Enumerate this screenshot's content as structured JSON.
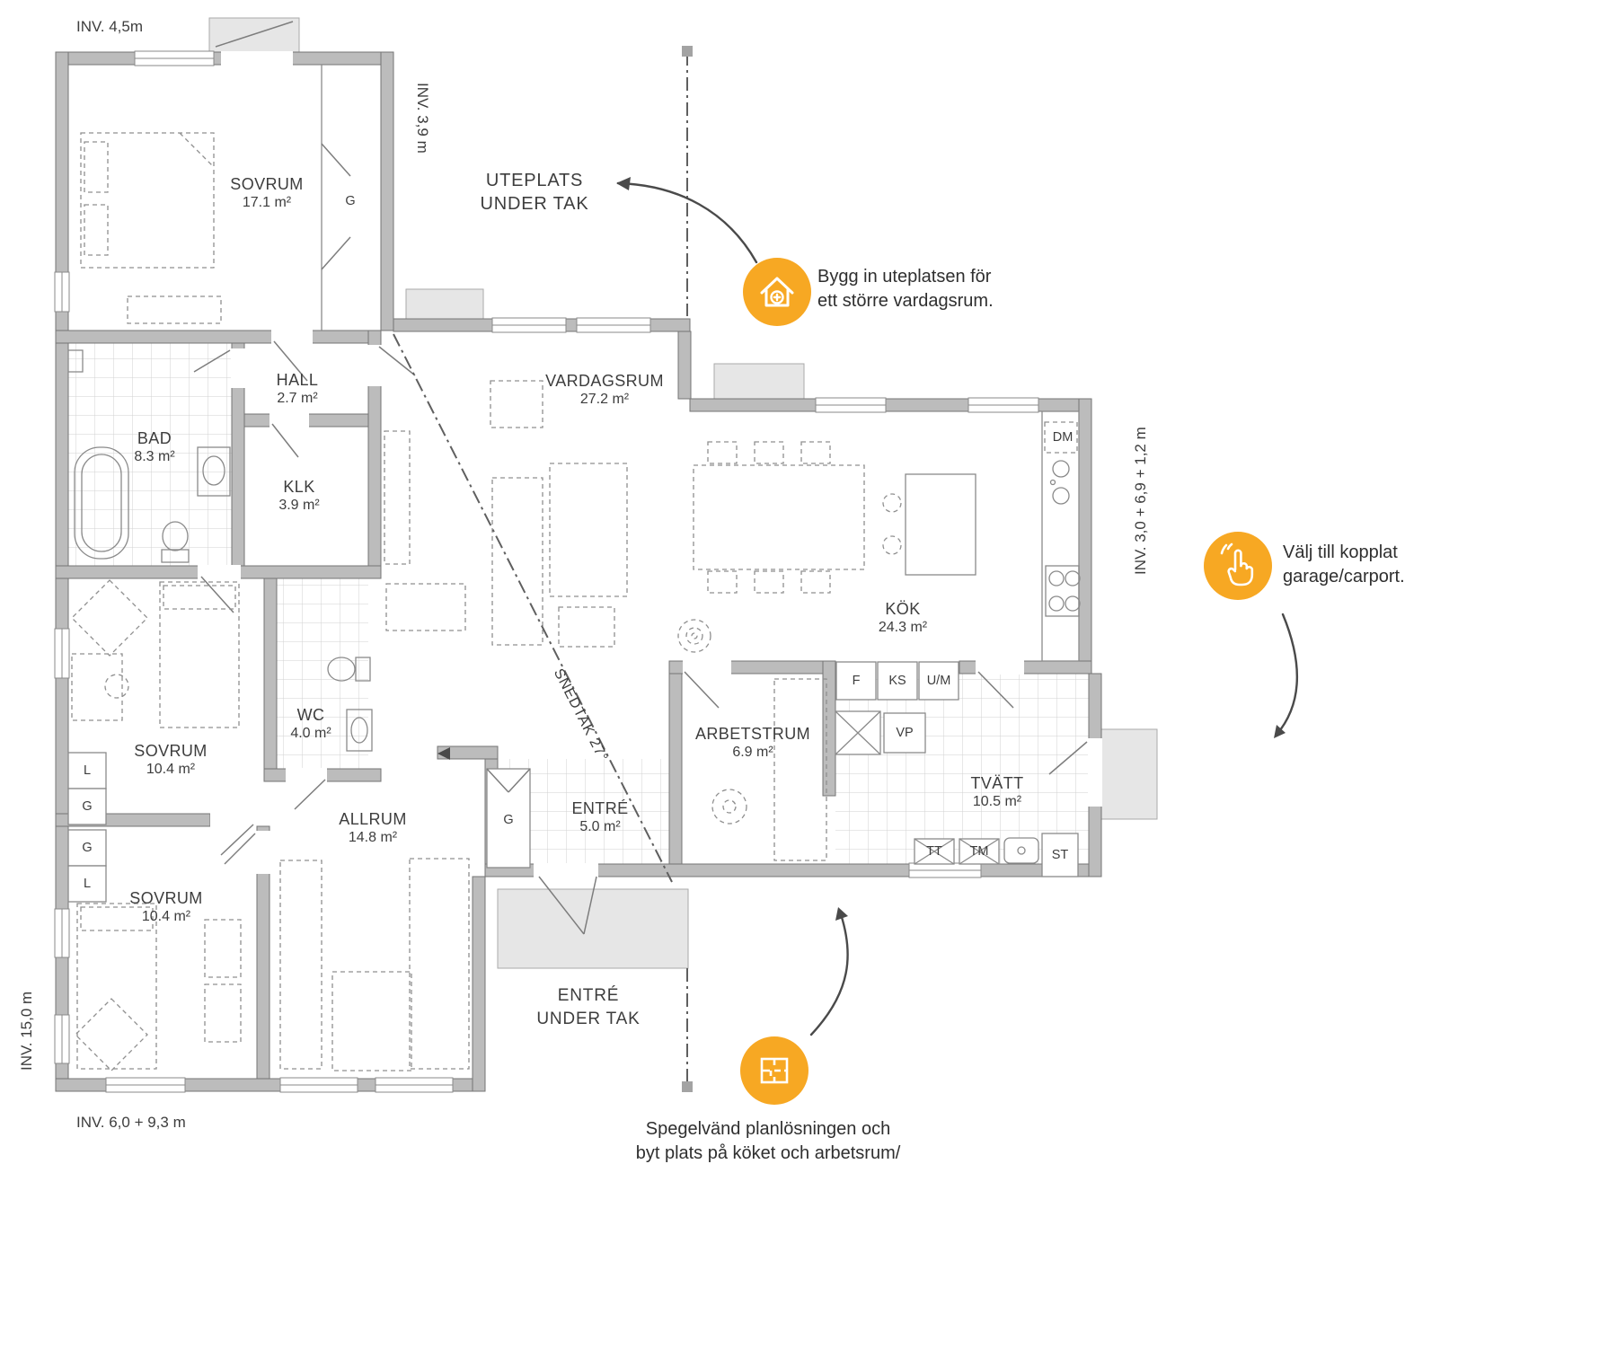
{
  "colors": {
    "accent": "#F7A823",
    "wall": "#bcbcbc",
    "line": "#4a4a4a"
  },
  "rooms": [
    {
      "name": "SOVRUM",
      "area": "17.1 m²"
    },
    {
      "name": "HALL",
      "area": "2.7 m²"
    },
    {
      "name": "BAD",
      "area": "8.3 m²"
    },
    {
      "name": "KLK",
      "area": "3.9 m²"
    },
    {
      "name": "SOVRUM",
      "area": "10.4 m²"
    },
    {
      "name": "WC",
      "area": "4.0 m²"
    },
    {
      "name": "SOVRUM",
      "area": "10.4 m²"
    },
    {
      "name": "ALLRUM",
      "area": "14.8 m²"
    },
    {
      "name": "ENTRÉ",
      "area": "5.0 m²"
    },
    {
      "name": "VARDAGSRUM",
      "area": "27.2 m²"
    },
    {
      "name": "KÖK",
      "area": "24.3 m²"
    },
    {
      "name": "ARBETSTRUM",
      "area": "6.9 m²"
    },
    {
      "name": "TVÄTT",
      "area": "10.5 m²"
    }
  ],
  "dimensions": {
    "top_left": "INV. 4,5m",
    "top_inner": "INV. 3,9 m",
    "right": "INV. 3,0 + 6,9 + 1,2 m",
    "left": "INV. 15,0 m",
    "bottom": "INV. 6,0 + 9,3 m"
  },
  "area_labels": {
    "uteplats_line1": "UTEPLATS",
    "uteplats_line2": "UNDER TAK",
    "entre_line1": "ENTRÉ",
    "entre_line2": "UNDER TAK",
    "snedtak": "SNEDTAK 27°"
  },
  "callouts": [
    {
      "icon": "house-plus-icon",
      "line1": "Bygg in uteplatsen för",
      "line2": "ett större vardagsrum."
    },
    {
      "icon": "tap-select-icon",
      "line1": "Välj till kopplat",
      "line2": "garage/carport."
    },
    {
      "icon": "floorplan-icon",
      "line1": "Spegelvänd planlösningen och",
      "line2": "byt plats på köket och arbetsrum/"
    }
  ],
  "fixtures": {
    "g_sovrum": "G",
    "dm": "DM",
    "f": "F",
    "ks": "KS",
    "um": "U/M",
    "vp": "VP",
    "g_entre": "G",
    "l_1": "L",
    "g_1": "G",
    "g_2": "G",
    "l_2": "L",
    "tt": "TT",
    "tm": "TM",
    "st": "ST"
  }
}
